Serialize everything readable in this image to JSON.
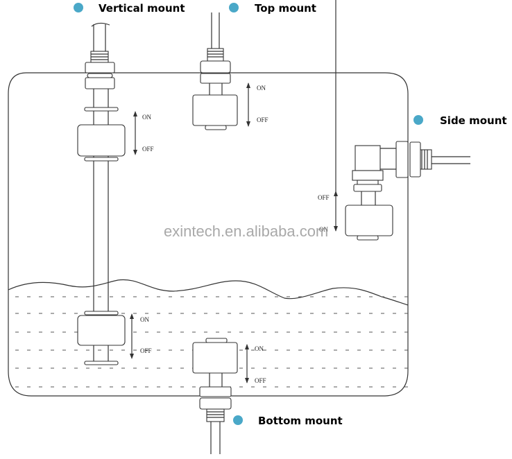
{
  "diagram": {
    "title": "Float switch mounting options",
    "labels": {
      "vertical": "Vertical mount",
      "top": "Top mount",
      "side": "Side mount",
      "bottom": "Bottom mount"
    },
    "switch_states": {
      "on": "ON",
      "off": "OFF"
    },
    "watermark": "exintech.en.alibaba.com",
    "colors": {
      "bullet": "#4aa8c8",
      "line": "#333333"
    }
  }
}
